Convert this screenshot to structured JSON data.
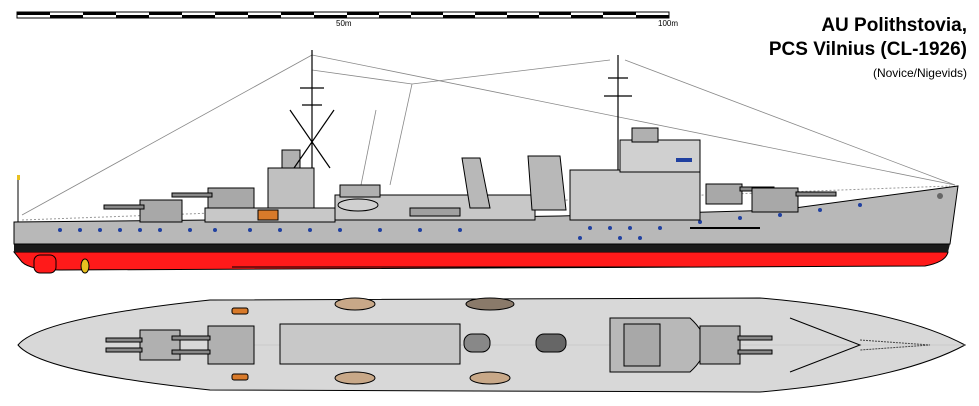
{
  "title": {
    "line1": "AU Polithstovia,",
    "line2": "PCS Vilnius (CL-1926)",
    "credit": "(Novice/Nigevids)"
  },
  "scale_bar": {
    "label_mid": "50m",
    "label_end": "100m"
  },
  "colors": {
    "hull_grey": "#b8b8b8",
    "deck_grey": "#d8d8d8",
    "waterline_black": "#1a1a1a",
    "antifouling_red": "#ff1a1a",
    "portholes_blue": "#2040a0",
    "wood_deck": "#c8a888",
    "boat_orange": "#d87a2a",
    "gun_grey": "#9a9a9a"
  }
}
